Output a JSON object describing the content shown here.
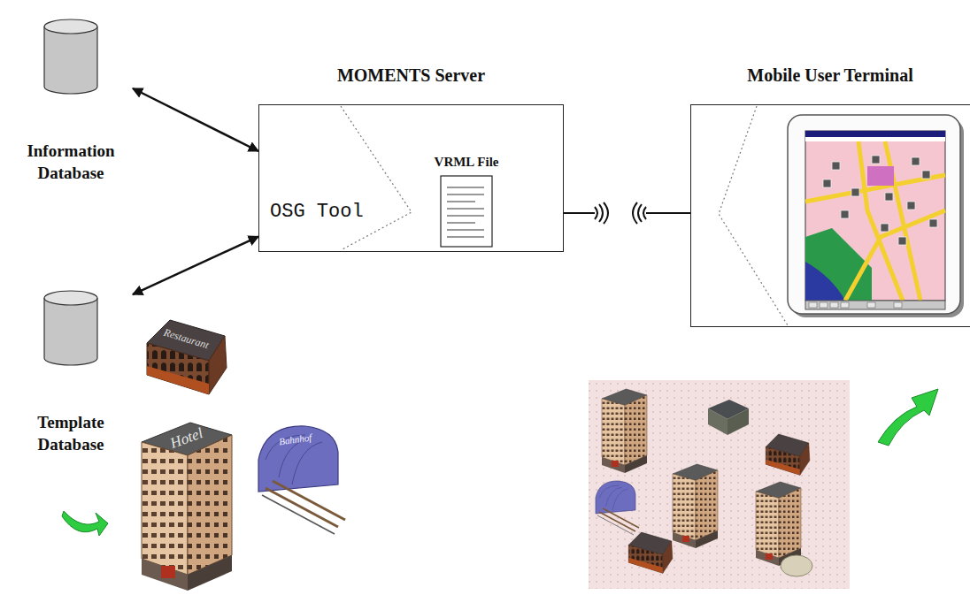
{
  "diagram": {
    "nodes": [
      {
        "text": [
          "Information Database"
        ]
      },
      {
        "text": [
          "Template Database"
        ]
      },
      {
        "text": [
          "MOMENTS Server",
          "OSG Tool"
        ]
      },
      {
        "text": [
          "VRML File"
        ],
        "in": 2
      },
      {
        "text": [
          "Mobile User Terminal"
        ]
      }
    ],
    "edges": [
      {
        "from": 0,
        "to": 2,
        "arrow": "both"
      },
      {
        "from": 1,
        "to": 2,
        "arrow": "both"
      },
      {
        "from": 2,
        "to": 4,
        "arrow": "none"
      }
    ],
    "labels": [
      "Restaurant",
      "Hotel",
      "Bahnhof"
    ]
  }
}
